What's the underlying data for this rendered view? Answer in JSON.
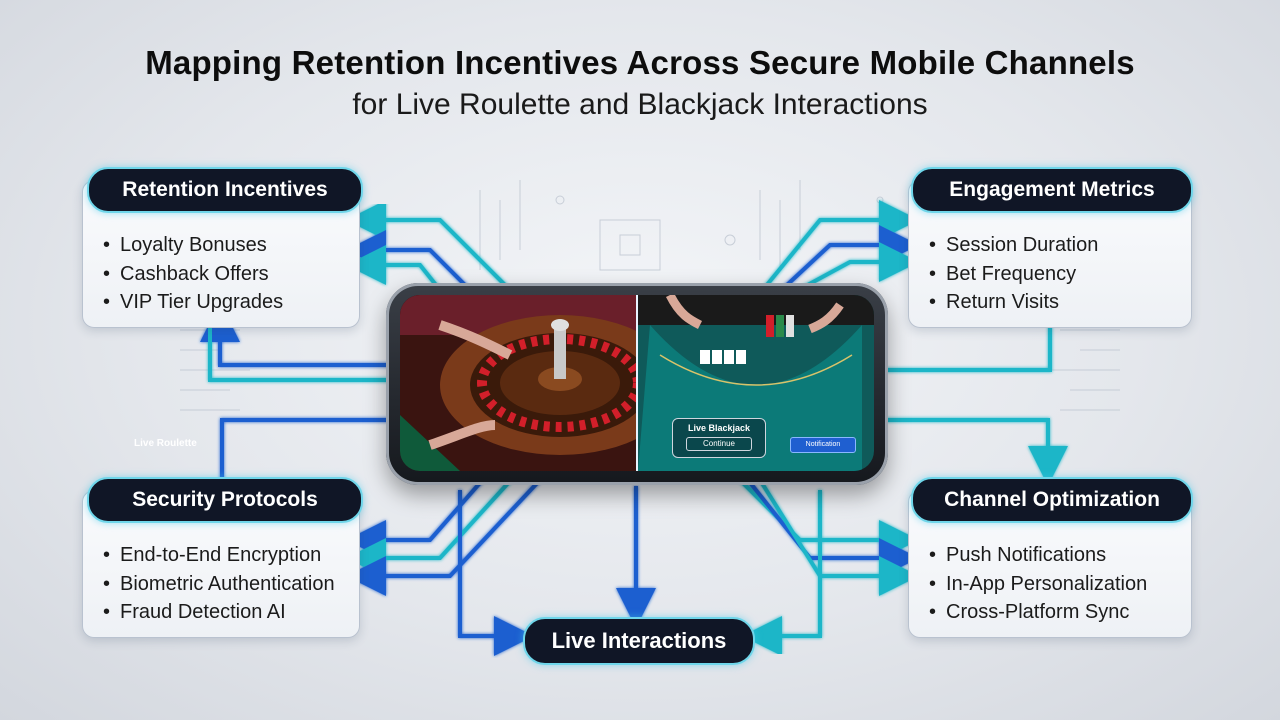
{
  "header": {
    "title": "Mapping Retention Incentives Across Secure Mobile Channels",
    "subtitle": "for Live Roulette and Blackjack Interactions"
  },
  "cards": {
    "retention": {
      "title": "Retention Incentives",
      "items": [
        "Loyalty Bonuses",
        "Cashback Offers",
        "VIP Tier Upgrades"
      ]
    },
    "engagement": {
      "title": "Engagement Metrics",
      "items": [
        "Session Duration",
        "Bet Frequency",
        "Return Visits"
      ]
    },
    "security": {
      "title": "Security Protocols",
      "items": [
        "End-to-End Encryption",
        "Biometric Authentication",
        "Fraud Detection AI"
      ]
    },
    "channel": {
      "title": "Channel Optimization",
      "items": [
        "Push Notifications",
        "In-App Personalization",
        "Cross-Platform Sync"
      ]
    }
  },
  "hub": {
    "label": "Live Interactions"
  },
  "phone": {
    "roulette_label": "Live Roulette",
    "blackjack_label": "Live Blackjack",
    "blackjack_button": "Continue",
    "action_button": "Notification"
  },
  "colors": {
    "pill_bg": "#101626",
    "glow": "#6fd6ea",
    "wire_teal": "#1fb6c8",
    "wire_blue": "#1f5fd0"
  }
}
